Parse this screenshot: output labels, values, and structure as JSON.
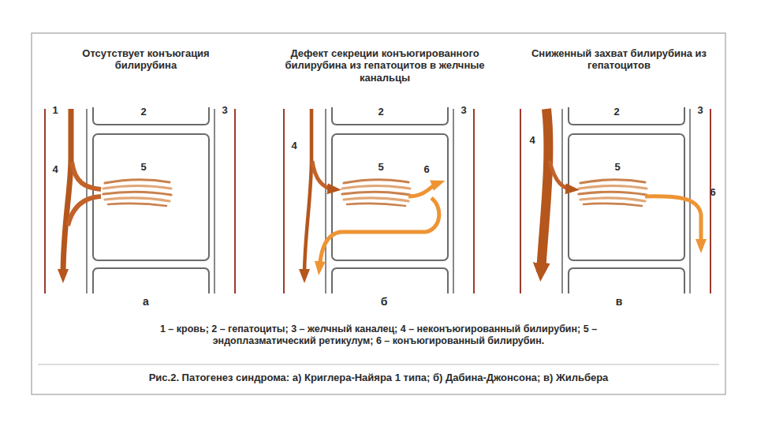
{
  "diagram": {
    "caption": "Рис.2. Патогенез синдрома: а) Криглера-Найяра 1 типа; б) Дабина-Джонсона; в) Жильбера",
    "labels": [
      "Отсутствует конъюгация билирубина",
      "1",
      "2",
      "3",
      "4",
      "5",
      "а",
      "Дефект секреции конъюгированного билирубина из гепатоцитов в желчные канальцы",
      "2",
      "3",
      "4",
      "5",
      "6",
      "б",
      "Сниженный захват билирубина из гепатоцитов",
      "2",
      "3",
      "4",
      "5",
      "6",
      "в",
      "1 – кровь; 2 – гепатоциты; 3 – желчный каналец; 4 – неконъюгированный билирубин; 5 – эндоплазматический ретикулум; 6 – конъюгированный билирубин."
    ]
  }
}
